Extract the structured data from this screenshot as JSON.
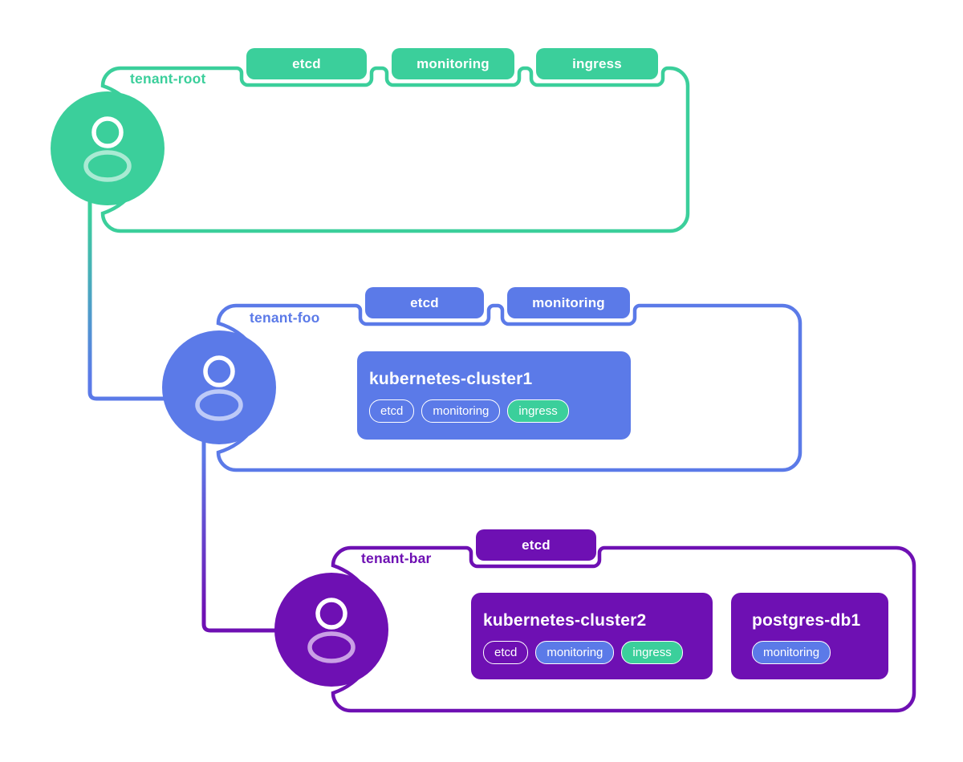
{
  "colors": {
    "green": "#3BCF9B",
    "light_green": "#A9EAD3",
    "blue": "#5B7AE8",
    "light_blue": "#BDCAF8",
    "purple": "#6E10B3",
    "light_purple": "#C9A0E5",
    "background": "#FFFFFF",
    "badge_text": "#FFFFFF"
  },
  "tenants": [
    {
      "label": "tenant-root",
      "color": "#3BCF9B",
      "top_badges": [
        "etcd",
        "monitoring",
        "ingress"
      ],
      "resources": []
    },
    {
      "label": "tenant-foo",
      "color": "#5B7AE8",
      "top_badges": [
        "etcd",
        "monitoring"
      ],
      "resources": [
        {
          "title": "kubernetes-cluster1",
          "badges": [
            {
              "label": "etcd",
              "variant": "outline"
            },
            {
              "label": "monitoring",
              "variant": "outline"
            },
            {
              "label": "ingress",
              "variant": "green"
            }
          ]
        }
      ]
    },
    {
      "label": "tenant-bar",
      "color": "#6E10B3",
      "top_badges": [
        "etcd"
      ],
      "resources": [
        {
          "title": "kubernetes-cluster2",
          "badges": [
            {
              "label": "etcd",
              "variant": "outline"
            },
            {
              "label": "monitoring",
              "variant": "blue"
            },
            {
              "label": "ingress",
              "variant": "green"
            }
          ]
        },
        {
          "title": "postgres-db1",
          "badges": [
            {
              "label": "monitoring",
              "variant": "blue"
            }
          ]
        }
      ]
    }
  ]
}
